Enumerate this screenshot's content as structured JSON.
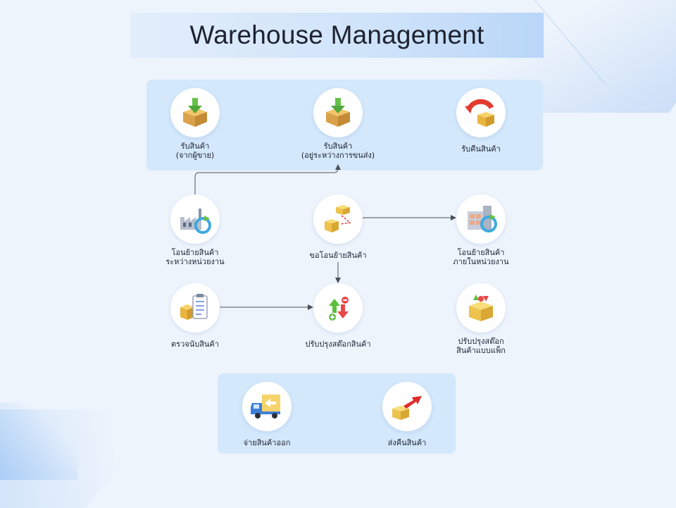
{
  "title": "Warehouse Management",
  "nodes": {
    "receive_vendor": [
      "รับสินค้า",
      "(จากผู้ขาย)"
    ],
    "receive_transit": [
      "รับสินค้า",
      "(อยู่ระหว่างการขนส่ง)"
    ],
    "receive_return": [
      "รับคืนสินค้า"
    ],
    "transfer_between": [
      "โอนย้ายสินค้า",
      "ระหว่างหน่วยงาน"
    ],
    "request_transfer": [
      "ขอโอนย้ายสินค้า"
    ],
    "transfer_internal": [
      "โอนย้ายสินค้า",
      "ภายในหน่วยงาน"
    ],
    "stock_count": [
      "ตรวจนับสินค้า"
    ],
    "adjust_stock": [
      "ปรับปรุงสต๊อกสินค้า"
    ],
    "adjust_pack": [
      "ปรับปรุงสต๊อก",
      "สินค้าแบบแพ็ก"
    ],
    "issue_goods": [
      "จ่ายสินค้าออก"
    ],
    "send_return": [
      "ส่งคืนสินค้า"
    ]
  }
}
